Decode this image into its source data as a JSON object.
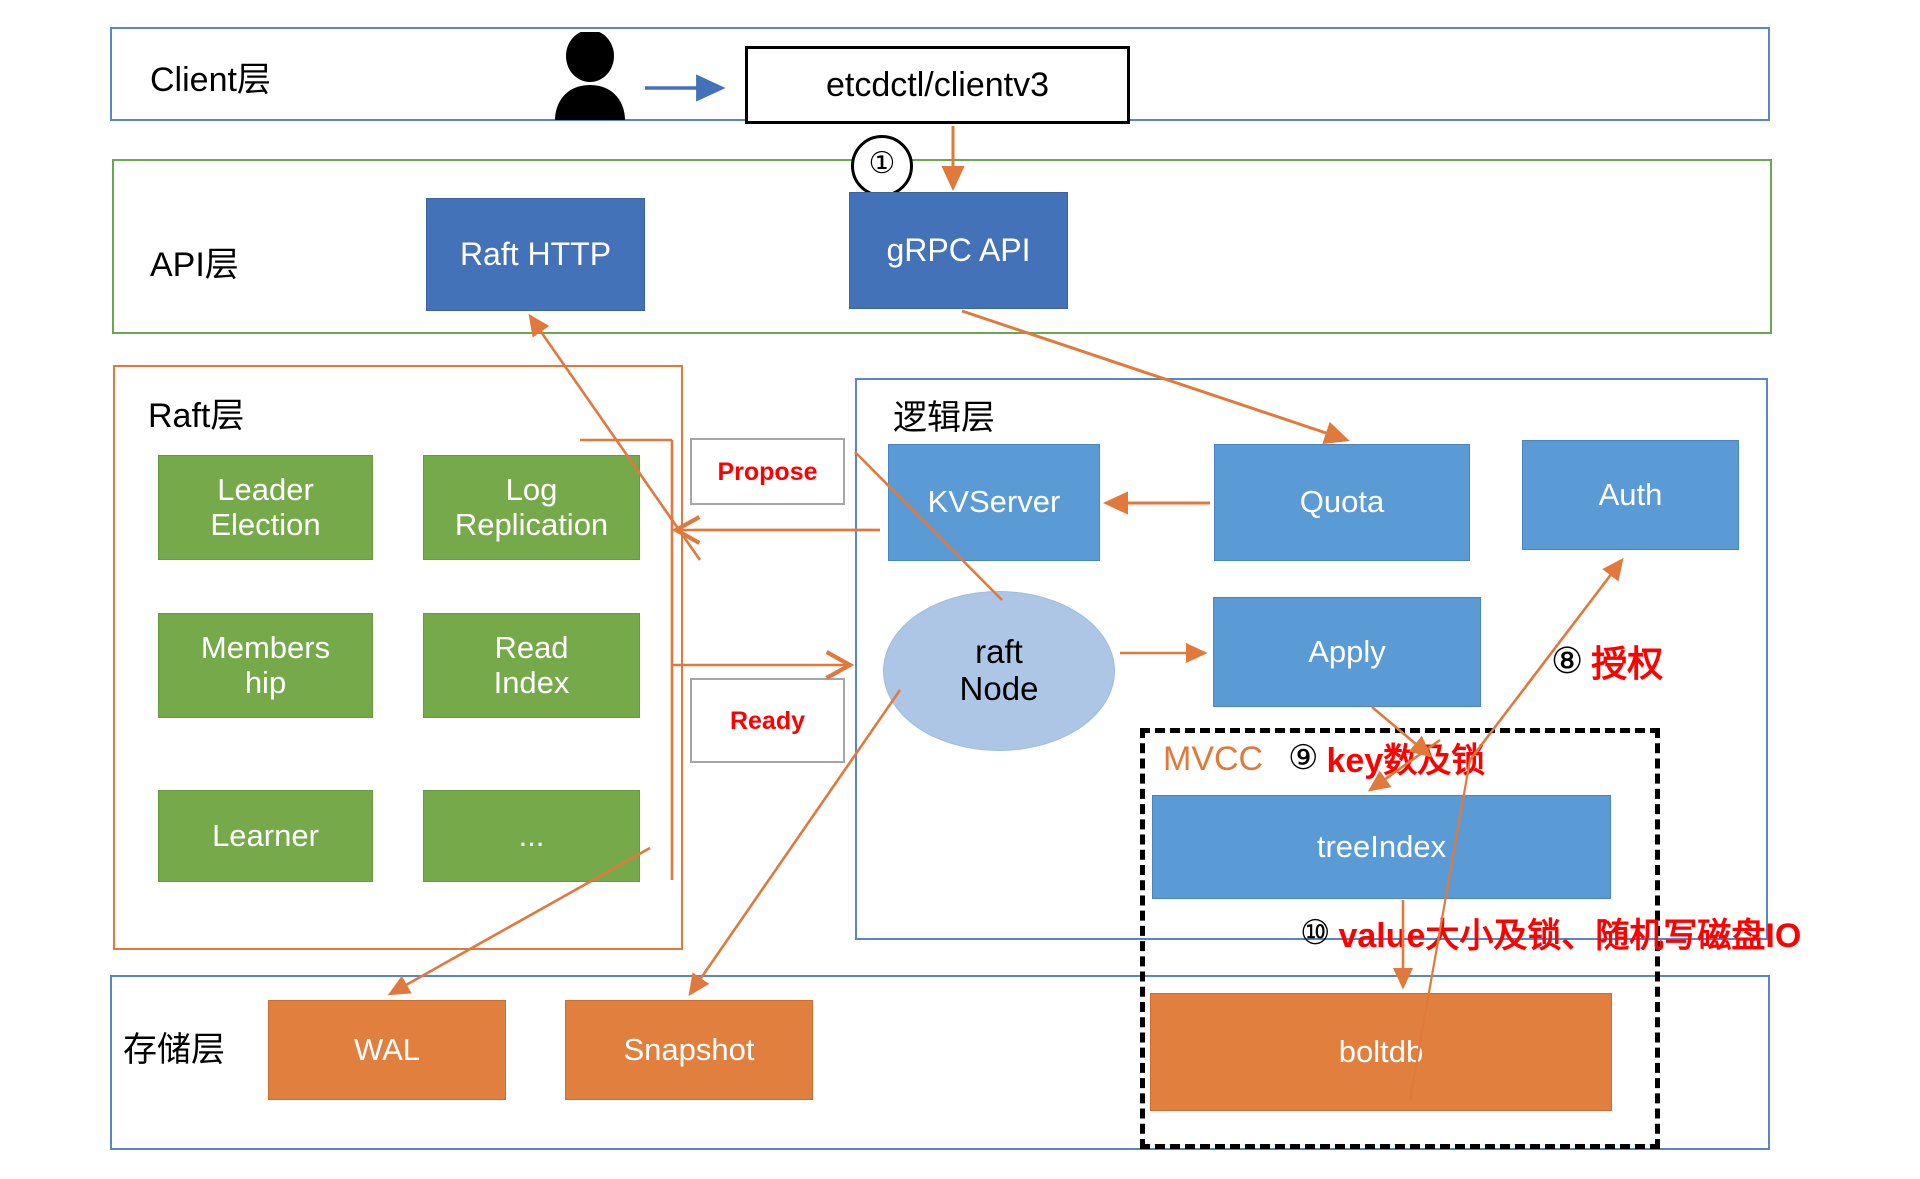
{
  "diagram": {
    "title": "etcd architecture layered diagram",
    "colors": {
      "client_layer_border": "#5b86c5",
      "api_layer_border": "#6aa84f",
      "raft_layer_border": "#e0793b",
      "logic_layer_border": "#5b86c5",
      "storage_layer_border": "#5b86c5",
      "node_blue_dark": "#4472b8",
      "node_blue": "#5b9bd5",
      "node_green": "#76a94a",
      "node_orange": "#e07f3e",
      "ellipse_blue": "#adc6e5",
      "arrow_orange": "#e0793b",
      "arrow_blue": "#4472b8",
      "annotation_red": "#ff0000",
      "mvcc_orange": "#e0793b"
    }
  },
  "layers": {
    "client": {
      "label": "Client层"
    },
    "api": {
      "label": "API层"
    },
    "raft": {
      "label": "Raft层"
    },
    "logic": {
      "label": "逻辑层"
    },
    "storage": {
      "label": "存储层"
    }
  },
  "nodes": {
    "etcdctl": {
      "label": "etcdctl/clientv3"
    },
    "raft_http": {
      "label": "Raft HTTP"
    },
    "grpc_api": {
      "label": "gRPC API"
    },
    "leader_election": {
      "label": "Leader\nElection",
      "line1": "Leader",
      "line2": "Election"
    },
    "log_replication": {
      "label": "Log\nReplication",
      "line1": "Log",
      "line2": "Replication"
    },
    "membership": {
      "label": "Members\nhip",
      "line1": "Members",
      "line2": "hip"
    },
    "read_index": {
      "label": "Read\nIndex",
      "line1": "Read",
      "line2": "Index"
    },
    "learner": {
      "label": "Learner"
    },
    "etc": {
      "label": "..."
    },
    "kvserver": {
      "label": "KVServer"
    },
    "quota": {
      "label": "Quota"
    },
    "auth": {
      "label": "Auth"
    },
    "raft_node": {
      "line1": "raft",
      "line2": "Node"
    },
    "apply": {
      "label": "Apply"
    },
    "treeindex": {
      "label": "treeIndex"
    },
    "boltdb": {
      "label": "boltdb"
    },
    "wal": {
      "label": "WAL"
    },
    "snapshot": {
      "label": "Snapshot"
    },
    "mvcc": {
      "label": "MVCC"
    }
  },
  "edge_labels": {
    "propose": "Propose",
    "ready": "Ready"
  },
  "step_markers": {
    "one": "①"
  },
  "annotations": [
    {
      "num": "⑧",
      "text": "授权"
    },
    {
      "num": "⑨",
      "text": "key数及锁"
    },
    {
      "num": "⑩",
      "text": "value大小及锁、随机写磁盘IO"
    }
  ],
  "icons": {
    "person": "person-icon",
    "arrow": "arrow-icon"
  }
}
